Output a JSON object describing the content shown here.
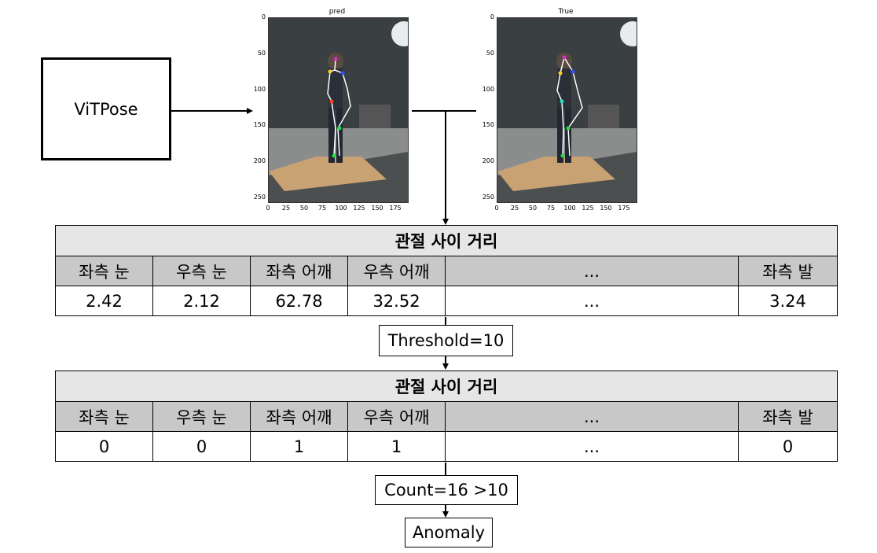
{
  "source_box": {
    "label": "ViTPose"
  },
  "plots": [
    {
      "title": "pred",
      "yticks": [
        "0",
        "50",
        "100",
        "150",
        "200",
        "250"
      ],
      "xticks": [
        "0",
        "25",
        "50",
        "75",
        "100",
        "125",
        "150",
        "175"
      ]
    },
    {
      "title": "True",
      "yticks": [
        "0",
        "50",
        "100",
        "150",
        "200",
        "250"
      ],
      "xticks": [
        "0",
        "25",
        "50",
        "75",
        "100",
        "125",
        "150",
        "175"
      ]
    }
  ],
  "table1": {
    "title": "관절 사이 거리",
    "headers": [
      "좌측 눈",
      "우측 눈",
      "좌측 어깨",
      "우측 어깨",
      "...",
      "좌측 발"
    ],
    "values": [
      "2.42",
      "2.12",
      "62.78",
      "32.52",
      "...",
      "3.24"
    ]
  },
  "threshold": {
    "label": "Threshold=10"
  },
  "table2": {
    "title": "관절 사이 거리",
    "headers": [
      "좌측 눈",
      "우측 눈",
      "좌측 어깨",
      "우측 어깨",
      "...",
      "좌측 발"
    ],
    "values": [
      "0",
      "0",
      "1",
      "1",
      "...",
      "0"
    ]
  },
  "count": {
    "label": "Count=16 >10"
  },
  "result": {
    "label": "Anomaly"
  }
}
